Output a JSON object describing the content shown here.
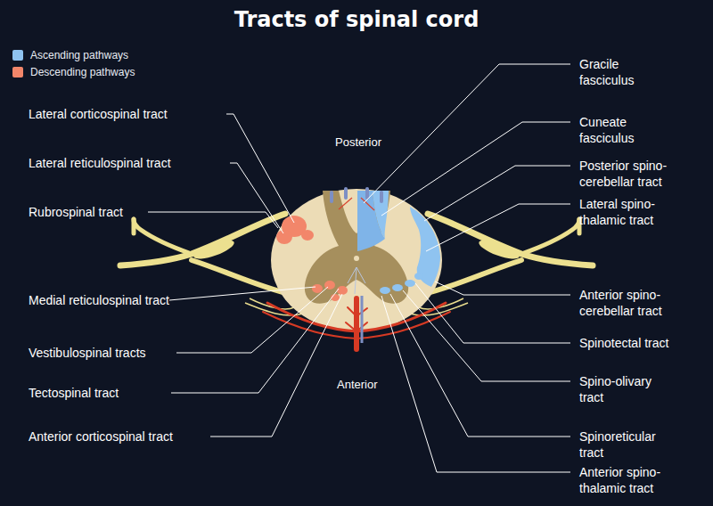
{
  "diagram": {
    "title": "Tracts of spinal cord",
    "labels": [
      "Lateral corticospinal tract",
      "Lateral reticulospinal tract",
      "Rubrospinal tract",
      "Medial reticulospinal tract",
      "Vestibulospinal tracts",
      "Tectospinal tract",
      "Anterior corticospinal tract",
      "Gracile fasciculus",
      "Cuneate fasciculus",
      "Posterior spino- cerebellar tract",
      "Lateral spino- thalamic tract",
      "Anterior spino- cerebellar tract",
      "Spinotectal tract",
      "Spino-olivary tract",
      "Spinoreticular tract",
      "Anterior spino- thalamic tract",
      "Posterior",
      "Anterior"
    ],
    "legend": [
      {
        "text": "Ascending pathways",
        "color": "#8fc3f0"
      },
      {
        "text": "Descending pathways",
        "color": "#f2866a"
      }
    ]
  }
}
